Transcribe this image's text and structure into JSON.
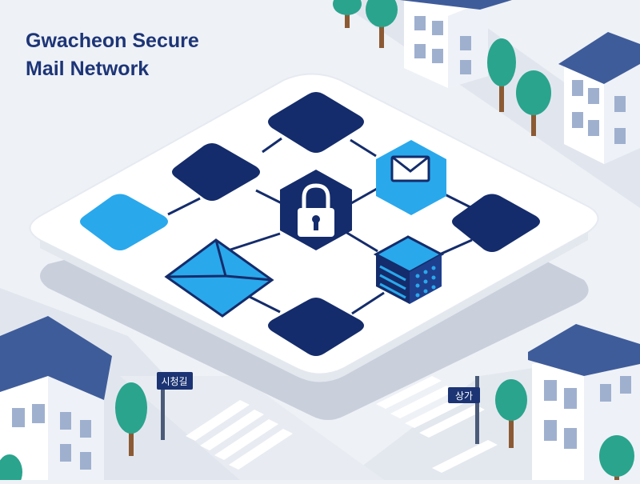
{
  "title": {
    "line1": "Gwacheon Secure",
    "line2": "Mail Network"
  },
  "street_signs": {
    "left": "시청길",
    "right": "상가"
  },
  "colors": {
    "node_dark": "#142c6b",
    "node_accent": "#2aa8ec",
    "platform": "#ffffff",
    "platform_shadow": "#c9cfdb",
    "road": "#dfe4ec",
    "house_wall": "#ffffff",
    "house_roof": "#3f5c9a",
    "tree": "#2aa48d",
    "trunk": "#8b5a34"
  },
  "icons": {
    "lock": "lock-icon",
    "envelope_top": "envelope-icon",
    "envelope_large": "envelope-icon",
    "server": "server-icon"
  }
}
